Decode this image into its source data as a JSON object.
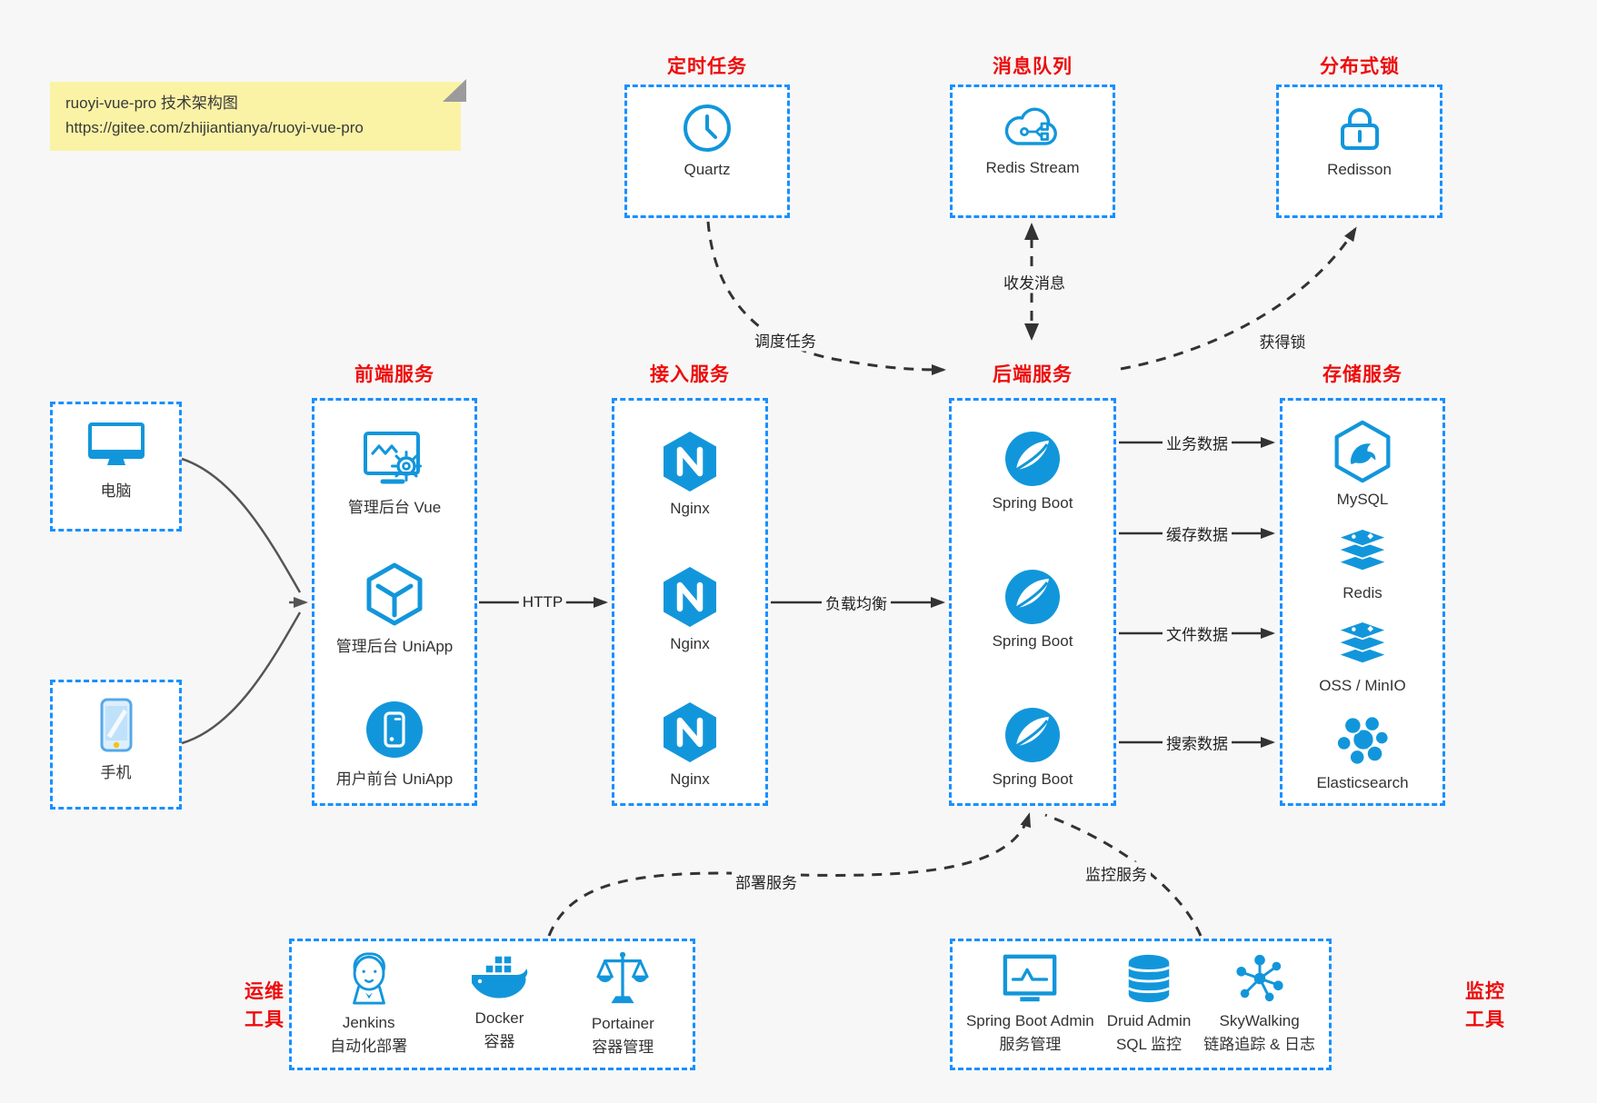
{
  "note": {
    "line1": "ruoyi-vue-pro 技术架构图",
    "line2": "https://gitee.com/zhijiantianya/ruoyi-vue-pro"
  },
  "colors": {
    "box_border_blue": "#1890ff",
    "icon_blue": "#1296db",
    "title_red": "#ee0c0c",
    "note_yellow": "#faf3a6",
    "background": "#f7f7f7"
  },
  "top_groups": [
    {
      "title": "定时任务",
      "item": {
        "label": "Quartz",
        "icon": "clock-icon"
      }
    },
    {
      "title": "消息队列",
      "item": {
        "label": "Redis Stream",
        "icon": "cloud-mq-icon"
      }
    },
    {
      "title": "分布式锁",
      "item": {
        "label": "Redisson",
        "icon": "lock-icon"
      }
    }
  ],
  "clients": [
    {
      "label": "电脑",
      "icon": "desktop-icon"
    },
    {
      "label": "手机",
      "icon": "mobile-icon"
    }
  ],
  "columns": [
    {
      "title": "前端服务",
      "items": [
        {
          "label": "管理后台 Vue",
          "icon": "admin-vue-icon"
        },
        {
          "label": "管理后台 UniApp",
          "icon": "uniapp-cube-icon"
        },
        {
          "label": "用户前台 UniApp",
          "icon": "user-app-icon"
        }
      ]
    },
    {
      "title": "接入服务",
      "items": [
        {
          "label": "Nginx",
          "icon": "nginx-icon"
        },
        {
          "label": "Nginx",
          "icon": "nginx-icon"
        },
        {
          "label": "Nginx",
          "icon": "nginx-icon"
        }
      ]
    },
    {
      "title": "后端服务",
      "items": [
        {
          "label": "Spring Boot",
          "icon": "spring-icon"
        },
        {
          "label": "Spring Boot",
          "icon": "spring-icon"
        },
        {
          "label": "Spring Boot",
          "icon": "spring-icon"
        }
      ]
    },
    {
      "title": "存储服务",
      "items": [
        {
          "label": "MySQL",
          "icon": "mysql-icon"
        },
        {
          "label": "Redis",
          "icon": "redis-stack-icon"
        },
        {
          "label": "OSS / MinIO",
          "icon": "oss-stack-icon"
        },
        {
          "label": "Elasticsearch",
          "icon": "elasticsearch-icon"
        }
      ]
    }
  ],
  "bottom_groups": [
    {
      "title_line1": "运维",
      "title_line2": "工具",
      "items": [
        {
          "label": "Jenkins",
          "sublabel": "自动化部署",
          "icon": "jenkins-icon"
        },
        {
          "label": "Docker",
          "sublabel": "容器",
          "icon": "docker-icon"
        },
        {
          "label": "Portainer",
          "sublabel": "容器管理",
          "icon": "portainer-icon"
        }
      ]
    },
    {
      "title_line1": "监控",
      "title_line2": "工具",
      "items": [
        {
          "label": "Spring Boot Admin",
          "sublabel": "服务管理",
          "icon": "spring-boot-admin-icon"
        },
        {
          "label": "Druid Admin",
          "sublabel": "SQL 监控",
          "icon": "druid-db-icon"
        },
        {
          "label": "SkyWalking",
          "sublabel": "链路追踪 & 日志",
          "icon": "skywalking-icon"
        }
      ]
    }
  ],
  "edges": {
    "http": "HTTP",
    "load_balance": "负载均衡",
    "schedule": "调度任务",
    "messages": "收发消息",
    "lock": "获得锁",
    "business_data": "业务数据",
    "cache_data": "缓存数据",
    "file_data": "文件数据",
    "search_data": "搜索数据",
    "deploy": "部署服务",
    "monitor": "监控服务"
  }
}
